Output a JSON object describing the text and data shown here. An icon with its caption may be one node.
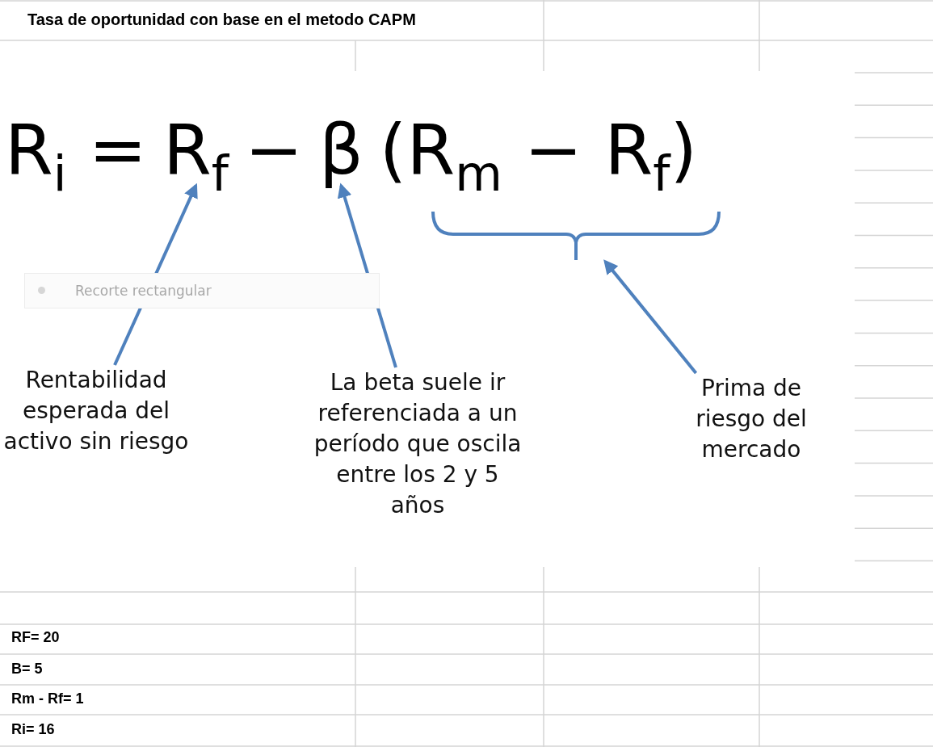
{
  "diagram": {
    "title": "Tasa de oportunidad con base en el metodo CAPM",
    "nodes": [
      {
        "text": [
          "Rentabilidad esperada del activo sin riesgo"
        ]
      },
      {
        "text": [
          "La beta suele ir referenciada a un período que oscila entre los 2 y 5 años"
        ]
      },
      {
        "text": [
          "Prima de riesgo del mercado"
        ]
      },
      {
        "text": [
          "R$_{f}$"
        ]
      },
      {
        "text": [
          "β"
        ]
      },
      {
        "text": [],
        "shape": "bracket"
      }
    ],
    "edges": [
      {
        "from": 0,
        "to": 3,
        "arrow": "to"
      },
      {
        "from": 1,
        "to": 4,
        "arrow": "to"
      },
      {
        "from": 2,
        "to": 5,
        "arrow": "to"
      }
    ],
    "labels": [
      "R$_{i}$ =",
      "−",
      "(R$_{m}$ − R$_{f}$)",
      "Recorte rectangular",
      "RF=  20",
      "B= 5",
      "Rm - Rf=  1",
      "Ri= 16"
    ]
  }
}
